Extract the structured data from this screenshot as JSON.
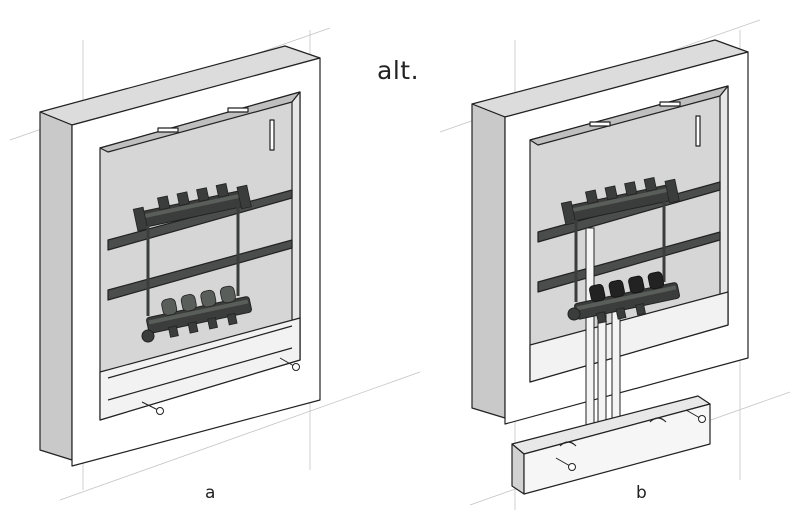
{
  "labels": {
    "alt": "alt.",
    "a": "a",
    "b": "b"
  },
  "colors": {
    "ink": "#222222",
    "frame": "#ffffff",
    "box_side": "#cfcfcf",
    "box_back": "#d9d9d9",
    "manifold": "#3a3d3b",
    "manifold_light": "#5a5e5b",
    "guide_line": "#bdbdbd"
  },
  "illustrations": [
    {
      "id": "a",
      "variant": "manifold-with-cover-inside"
    },
    {
      "id": "b",
      "variant": "manifold-with-separate-cover"
    }
  ]
}
